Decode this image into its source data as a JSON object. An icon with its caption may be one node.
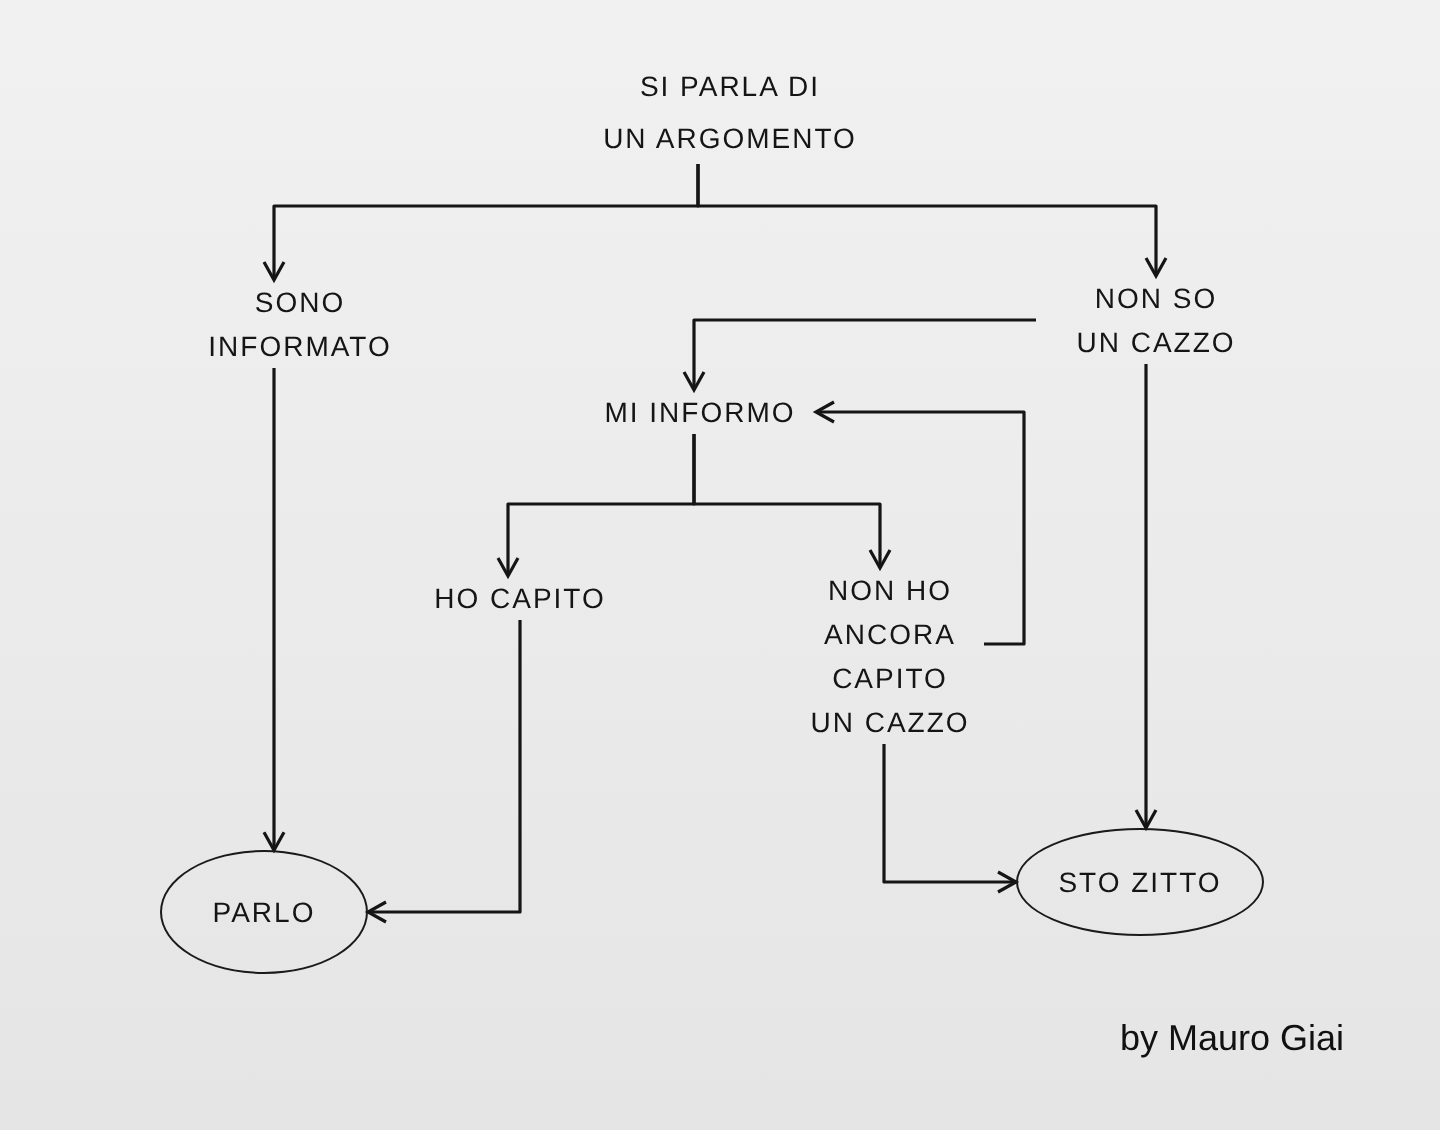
{
  "diagram": {
    "nodes": [
      {
        "text": [
          "SI PARLA DI UN ARGOMENTO"
        ]
      },
      {
        "text": [
          "SONO INFORMATO"
        ]
      },
      {
        "text": [
          "NON SO UN CAZZO"
        ]
      },
      {
        "text": [
          "MI INFORMO"
        ]
      },
      {
        "text": [
          "HO CAPITO"
        ]
      },
      {
        "text": [
          "NON HO ANCORA CAPITO UN CAZZO"
        ]
      },
      {
        "text": [
          "PARLO"
        ]
      },
      {
        "text": [
          "STO ZITTO"
        ]
      }
    ],
    "edges": [
      {
        "from": 0,
        "to": 1,
        "arrow": "to"
      },
      {
        "from": 0,
        "to": 2,
        "arrow": "to"
      },
      {
        "from": 2,
        "to": 3,
        "arrow": "to"
      },
      {
        "from": 3,
        "to": 4,
        "arrow": "to"
      },
      {
        "from": 3,
        "to": 5,
        "arrow": "to"
      },
      {
        "from": 5,
        "to": 3,
        "arrow": "to"
      },
      {
        "from": 1,
        "to": 6,
        "arrow": "to"
      },
      {
        "from": 4,
        "to": 6,
        "arrow": "to"
      },
      {
        "from": 5,
        "to": 7,
        "arrow": "to"
      },
      {
        "from": 2,
        "to": 7,
        "arrow": "to"
      }
    ],
    "labels": [
      "by Mauro Giai"
    ]
  }
}
